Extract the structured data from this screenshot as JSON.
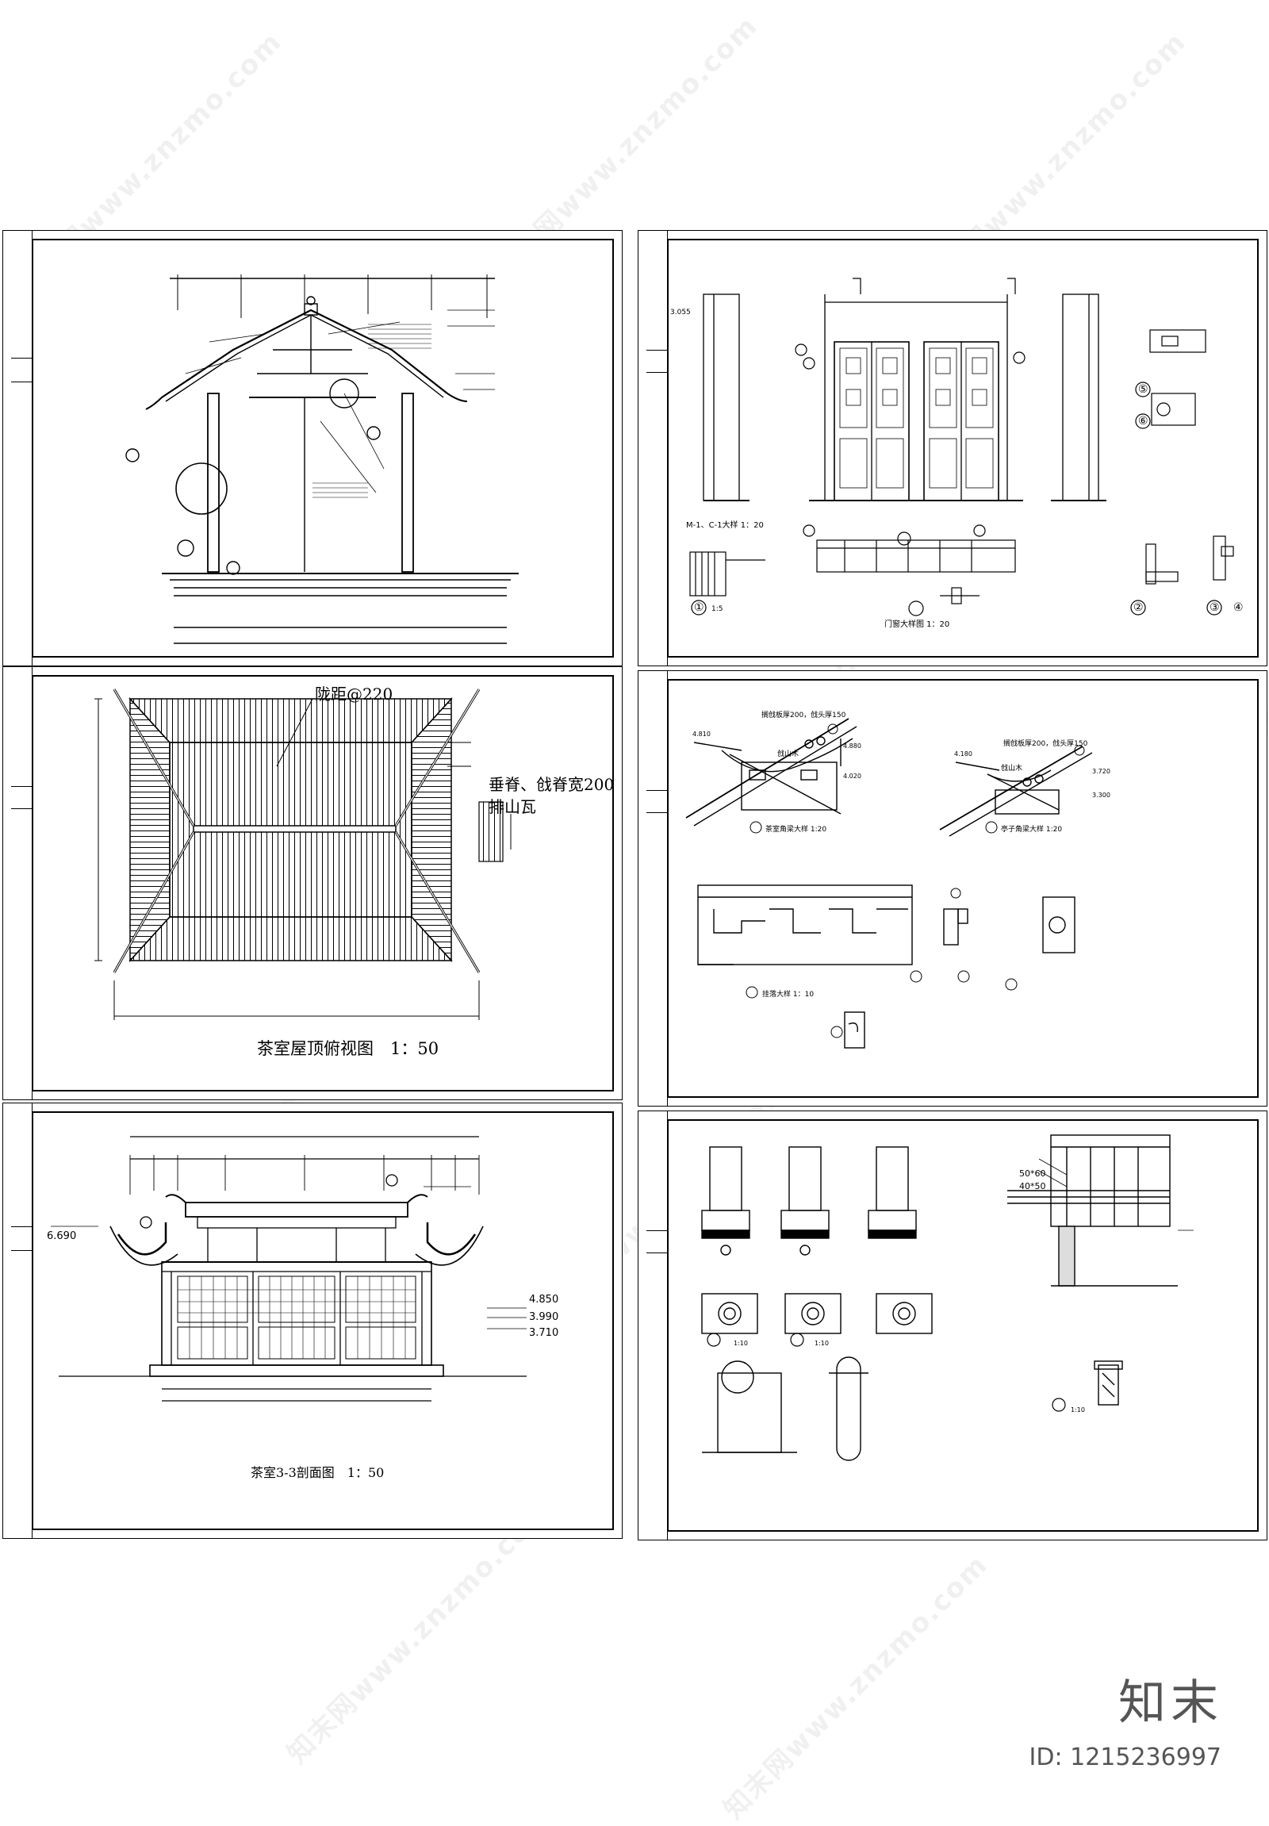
{
  "sheets": {
    "roof_plan": {
      "caption": "茶室屋顶俯视图　1：50",
      "label_tile_pitch": "陇距@220",
      "label_ridge": "垂脊、戗脊宽200",
      "label_verge": "排山瓦"
    },
    "section_33": {
      "caption": "茶室3-3剖面图　1：50",
      "elev_1": "6.690",
      "elev_2": "4.850",
      "elev_3": "3.990",
      "elev_4": "3.710"
    },
    "door_window": {
      "caption_1": "门窗大样图 1：20",
      "caption_2": "M-1、C-1大样 1：20",
      "markers": [
        "①",
        "②",
        "③",
        "④",
        "⑤",
        "⑥"
      ],
      "scale_1_5": "1:5",
      "elev_3055": "3.055"
    },
    "corner_beam": {
      "caption_1": "茶室角梁大样 1:20",
      "caption_2": "亭子角梁大样 1:20",
      "caption_3": "挂落大样 1：10",
      "label_board": "搁戗板厚200，戗头厚150",
      "label_ge": "戗山木",
      "elev_4810": "4.810",
      "elev_4880": "4.880",
      "elev_4020": "4.020",
      "elev_4180": "4.180",
      "elev_3720": "3.720",
      "elev_3300": "3.300"
    },
    "column_detail": {
      "label_5060": "50*60",
      "label_4050": "40*50",
      "scale_1_10": "1:10"
    }
  },
  "brand": {
    "logo_text": "知末",
    "id_text": "ID: 1215236997",
    "watermark": "知末网www.znzmo.com"
  }
}
